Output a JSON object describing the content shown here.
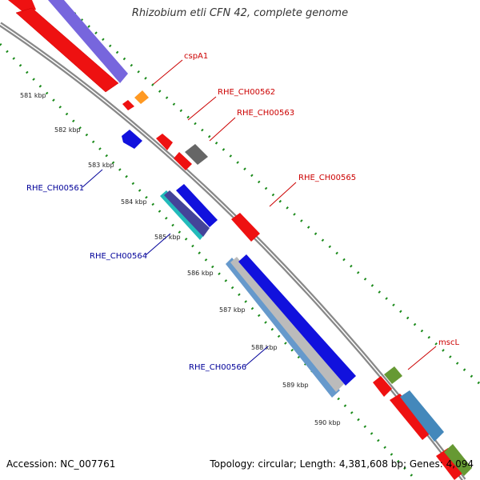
{
  "title": "Rhizobium etli CFN 42, complete genome",
  "footer": {
    "accession": "Accession: NC_007761",
    "topology": "Topology: circular; Length: 4,381,608 bp; Genes: 4,094"
  },
  "ticks": [
    "581 kbp",
    "582 kbp",
    "583 kbp",
    "584 kbp",
    "585 kbp",
    "586 kbp",
    "587 kbp",
    "588 kbp",
    "589 kbp",
    "590 kbp"
  ],
  "labels": {
    "cspA1": "cspA1",
    "RHE_CH00562": "RHE_CH00562",
    "RHE_CH00563": "RHE_CH00563",
    "RHE_CH00565": "RHE_CH00565",
    "mscL": "mscL",
    "RHE_CH00561": "RHE_CH00561",
    "RHE_CH00564": "RHE_CH00564",
    "RHE_CH00566": "RHE_CH00566"
  },
  "colors": {
    "forward_label": "#cc0000",
    "reverse_label": "#000099",
    "backbone": "#888888",
    "tick_green": "#1a8a1a"
  }
}
